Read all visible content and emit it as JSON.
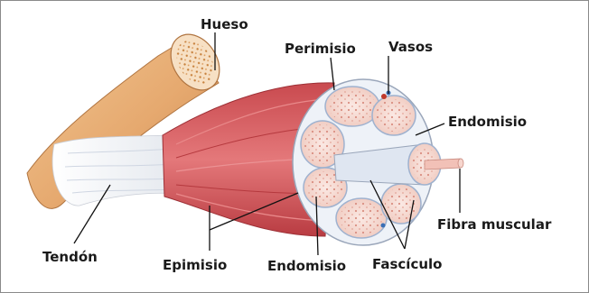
{
  "labels": {
    "hueso": "Hueso",
    "perimisio": "Perimisio",
    "vasos": "Vasos",
    "endomisio_right": "Endomisio",
    "fibra_muscular": "Fibra muscular",
    "tendon": "Tendón",
    "epimisio": "Epimisio",
    "endomisio_bottom": "Endomisio",
    "fasciculo": "Fascículo"
  },
  "colors": {
    "bone": "#e9b27a",
    "bone_end": "#f4dcc0",
    "tendon": "#f2f2f2",
    "muscle": "#d8585a",
    "muscle_dark": "#b83a3f",
    "fascicle": "#f6ddd6",
    "fiber": "#f3c9c0",
    "vessel": "#7a9cc8",
    "line": "#111111"
  }
}
